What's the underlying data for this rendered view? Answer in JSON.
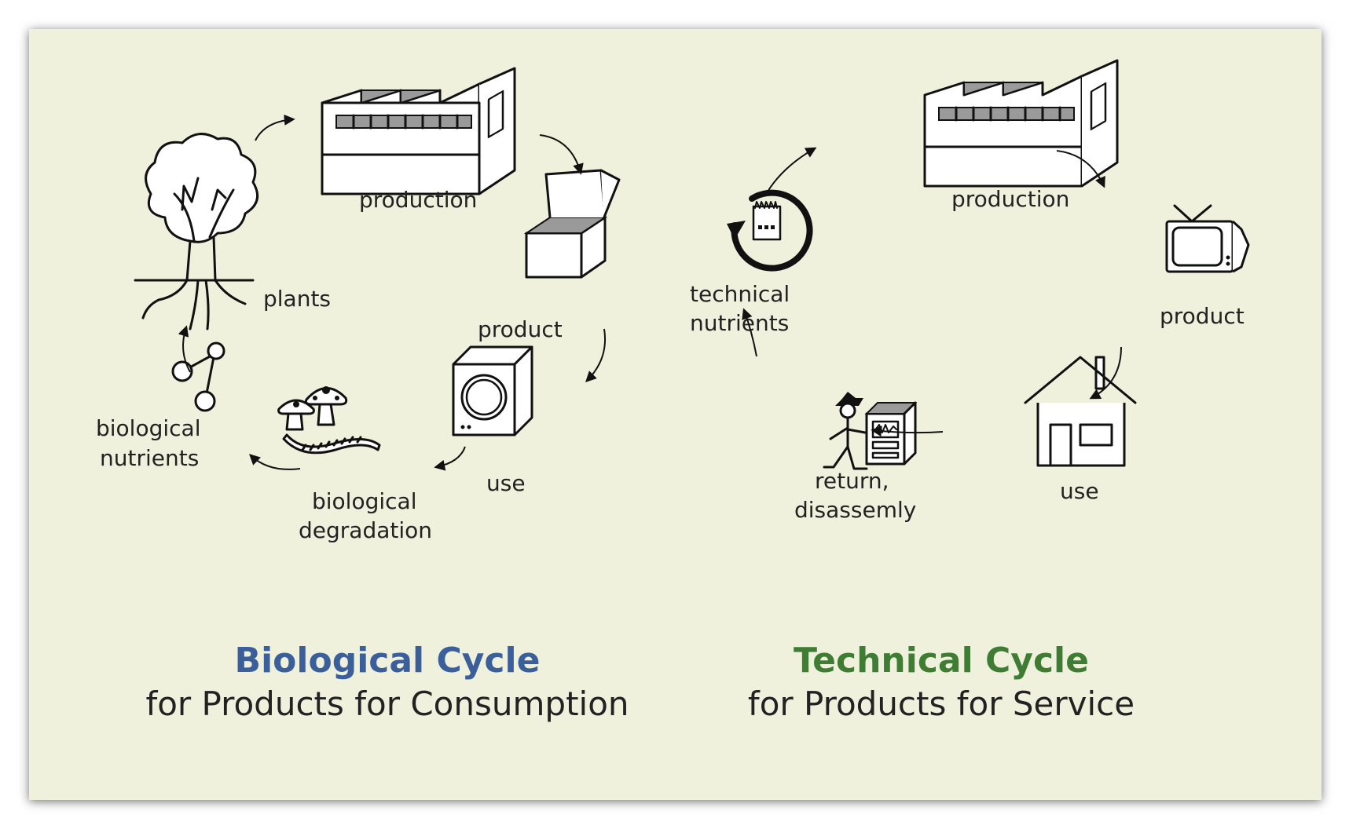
{
  "biological": {
    "title": "Biological Cycle",
    "subtitle": "for Products for Consumption",
    "title_color": "#3a5f9b",
    "nodes": {
      "production": "production",
      "product": "product",
      "use": "use",
      "degradation_line1": "biological",
      "degradation_line2": "degradation",
      "nutrients_line1": "biological",
      "nutrients_line2": "nutrients",
      "plants": "plants"
    }
  },
  "technical": {
    "title": "Technical Cycle",
    "subtitle": "for Products for Service",
    "title_color": "#3f7d34",
    "nodes": {
      "production": "production",
      "product": "product",
      "use": "use",
      "return_line1": "return,",
      "return_line2": "disassemly",
      "nutrients_line1": "technical",
      "nutrients_line2": "nutrients"
    }
  },
  "icons": {
    "bio_production": "factory-icon",
    "bio_product": "open-box-icon",
    "bio_use": "washing-machine-icon",
    "bio_degradation": "mushrooms-worm-icon",
    "bio_nutrients": "molecule-icon",
    "bio_plants": "tree-icon",
    "tech_production": "factory-icon",
    "tech_product": "television-icon",
    "tech_use": "house-icon",
    "tech_return": "person-machine-icon",
    "tech_nutrients": "recycle-factory-icon"
  }
}
